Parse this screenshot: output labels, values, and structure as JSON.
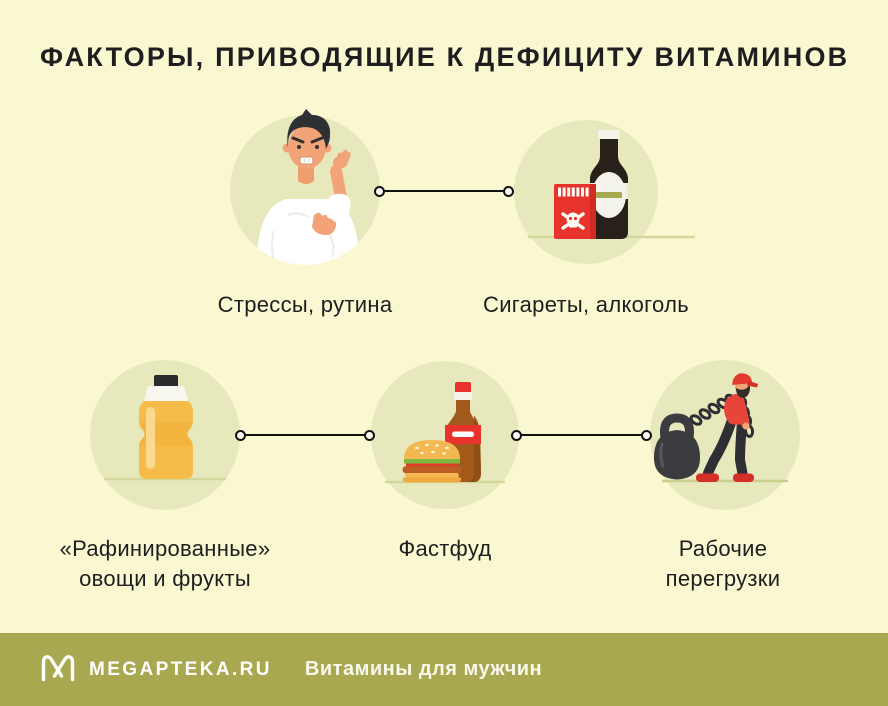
{
  "title": "ФАКТОРЫ, ПРИВОДЯЩИЕ К ДЕФИЦИТУ ВИТАМИНОВ",
  "factors": [
    {
      "icon": "stressed-man-icon",
      "line1": "Стрессы, рутина",
      "line2": ""
    },
    {
      "icon": "cigarettes-beer-icon",
      "line1": "Сигареты, алкоголь",
      "line2": ""
    },
    {
      "icon": "refined-oil-bottle-icon",
      "line1": "«Рафинированные»",
      "line2": "овощи и фрукты"
    },
    {
      "icon": "fast-food-icon",
      "line1": "Фастфуд",
      "line2": ""
    },
    {
      "icon": "kettlebell-drag-icon",
      "line1": "Рабочие",
      "line2": "перегрузки"
    }
  ],
  "footer": {
    "brand": "MEGAPTEKA.RU",
    "tagline": "Витамины для мужчин",
    "logo": "megapteka-m-logo"
  },
  "colors": {
    "background": "#FAF8D1",
    "circle_fill": "#E7E9BC",
    "ground_line": "#D2D697",
    "text": "#1E1E20",
    "connector": "#111111",
    "footer_background": "#A8A851",
    "footer_text": "#FFFFFF",
    "accent_red": "#E8332C"
  }
}
